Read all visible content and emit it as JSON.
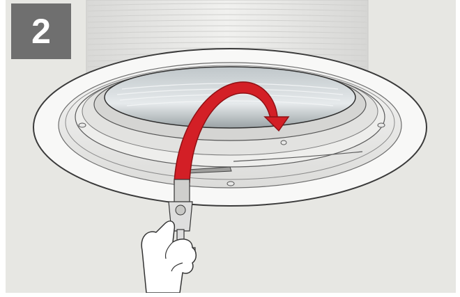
{
  "step": {
    "number": "2"
  },
  "illustration": {
    "subject": "recessed-light-fixture-trim-ring",
    "action": "turn-ring-clockwise-with-key",
    "arrow_color": "#d31f26",
    "background_color": "#e7e7e3",
    "badge_color": "#6f6f6f"
  },
  "icons": {
    "rotate": "rotation-arrow-icon",
    "tool": "adjustment-key-icon",
    "hand": "hand-icon"
  }
}
